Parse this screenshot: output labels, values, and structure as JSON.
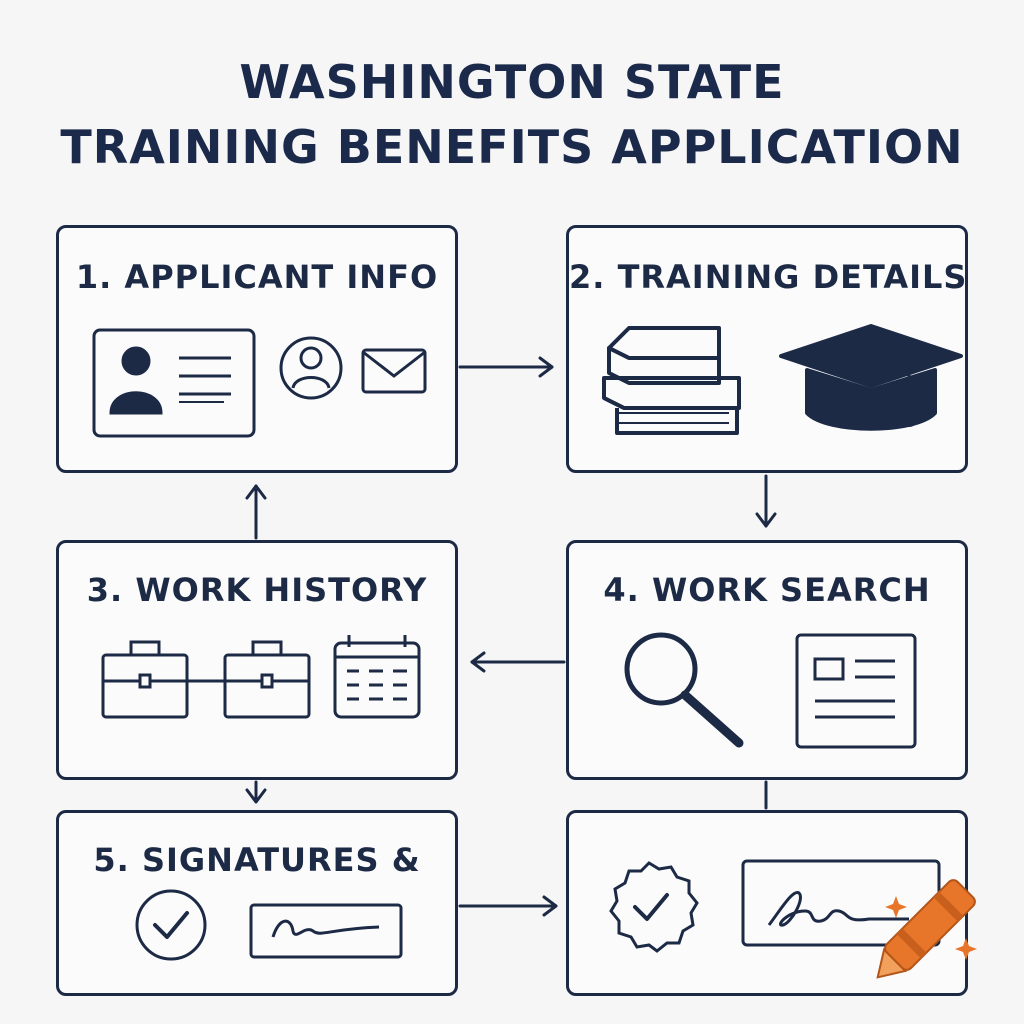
{
  "title": {
    "line1": "WASHINGTON STATE",
    "line2": "TRAINING BENEFITS APPLICATION"
  },
  "steps": [
    {
      "label": "1. APPLICANT INFO",
      "icons": [
        "id-card-icon",
        "user-avatar-icon",
        "envelope-icon"
      ]
    },
    {
      "label": "2. TRAINING DETAILS",
      "icons": [
        "books-stack-icon",
        "graduation-cap-icon"
      ]
    },
    {
      "label": "3. WORK HISTORY",
      "icons": [
        "briefcase-icon",
        "briefcase-icon",
        "calendar-icon"
      ]
    },
    {
      "label": "4. WORK SEARCH",
      "icons": [
        "magnifier-icon",
        "document-icon"
      ]
    },
    {
      "label": "5. SIGNATURES &",
      "icons": [
        "check-circle-icon",
        "signature-field-icon"
      ]
    },
    {
      "label": "",
      "icons": [
        "check-badge-icon",
        "signature-field-icon"
      ]
    }
  ],
  "colors": {
    "ink": "#1c2a45",
    "background": "#f6f6f7",
    "crayon": "#e8762a"
  }
}
